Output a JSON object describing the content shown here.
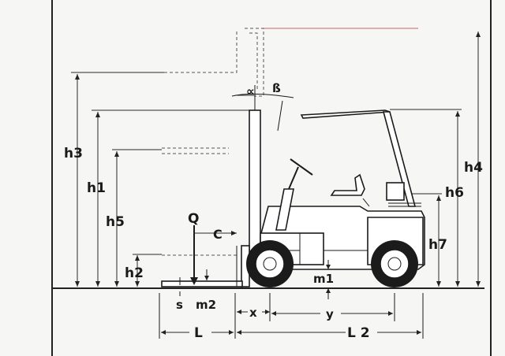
{
  "labels": {
    "h3": "h3",
    "h1": "h1",
    "h5": "h5",
    "h2": "h2",
    "q": "Q",
    "c": "C",
    "s": "s",
    "m2": "m2",
    "m1": "m1",
    "x": "x",
    "y": "y",
    "l": "L",
    "l2": "L 2",
    "h4": "h4",
    "h6": "h6",
    "h7": "h7",
    "alpha": "∝",
    "beta": "ß"
  },
  "colors": {
    "line": "#1b1b1b",
    "background": "#f6f6f4",
    "accent_red": "#c86464"
  }
}
